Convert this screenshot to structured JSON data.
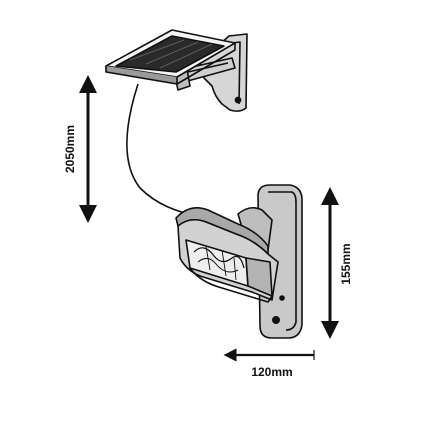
{
  "dimensions": {
    "cable_length": "2050mm",
    "lamp_height": "155mm",
    "lamp_depth": "120mm"
  },
  "colors": {
    "stroke": "#111111",
    "panel_dark": "#2a2a2a",
    "wood": "#bdbdbd",
    "background": "#ffffff"
  }
}
